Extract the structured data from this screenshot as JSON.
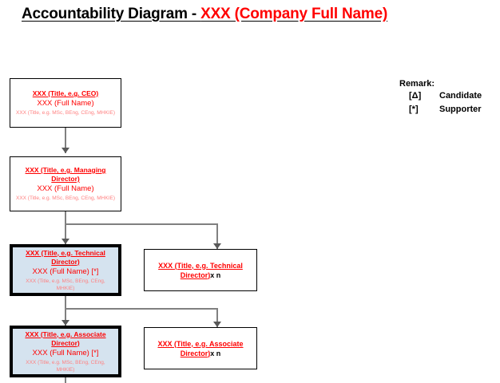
{
  "title": {
    "black_part": "Accountability Diagram - ",
    "red_part": "XXX (Company Full Name)"
  },
  "common": {
    "full_name": "XXX (Full Name)",
    "full_name_supporter": "XXX (Full Name) [*]",
    "qualifications": "XXX (Title, e.g. MSc, BEng, CEng, MHKIE)"
  },
  "nodes": [
    {
      "id": "ceo",
      "title": "XXX (Title, e.g. CEO)",
      "name": "XXX (Full Name)",
      "quals": "XXX (Title, e.g. MSc, BEng, CEng, MHKIE)",
      "highlighted": "false"
    },
    {
      "id": "managing-director",
      "title": "XXX (Title, e.g. Managing Director)",
      "name": "XXX (Full Name)",
      "quals": "XXX (Title, e.g. MSc, BEng, CEng, MHKIE)",
      "highlighted": "false"
    },
    {
      "id": "technical-director",
      "title": "XXX (Title, e.g. Technical Director)",
      "name": "XXX (Full Name) [*]",
      "quals": "XXX (Title, e.g. MSc, BEng, CEng, MHKIE)",
      "highlighted": "true"
    },
    {
      "id": "associate-director",
      "title": "XXX (Title, e.g. Associate Director)",
      "name": "XXX (Full Name) [*]",
      "quals": "XXX (Title, e.g. MSc, BEng, CEng, MHKIE)",
      "highlighted": "true"
    }
  ],
  "multiplicity_nodes": [
    {
      "id": "technical-director-multiple",
      "title": "XXX (Title, e.g. Technical Director)",
      "suffix": " x n"
    },
    {
      "id": "associate-director-multiple",
      "title": "XXX (Title, e.g. Associate Director)",
      "suffix": " x n"
    }
  ],
  "remark": {
    "heading": "Remark:",
    "entries": [
      {
        "symbol": "[Δ]",
        "label": "Candidate"
      },
      {
        "symbol": "[*]",
        "label": "Supporter"
      }
    ]
  },
  "colors": {
    "title_black": "#000000",
    "title_red": "#ff0000",
    "node_text_red": "#ff0000",
    "node_quals_pink": "#ff8080",
    "highlight_fill": "#d5e3ef",
    "border_black": "#000000",
    "connector_gray": "#808080",
    "page_background": "#ffffff"
  }
}
